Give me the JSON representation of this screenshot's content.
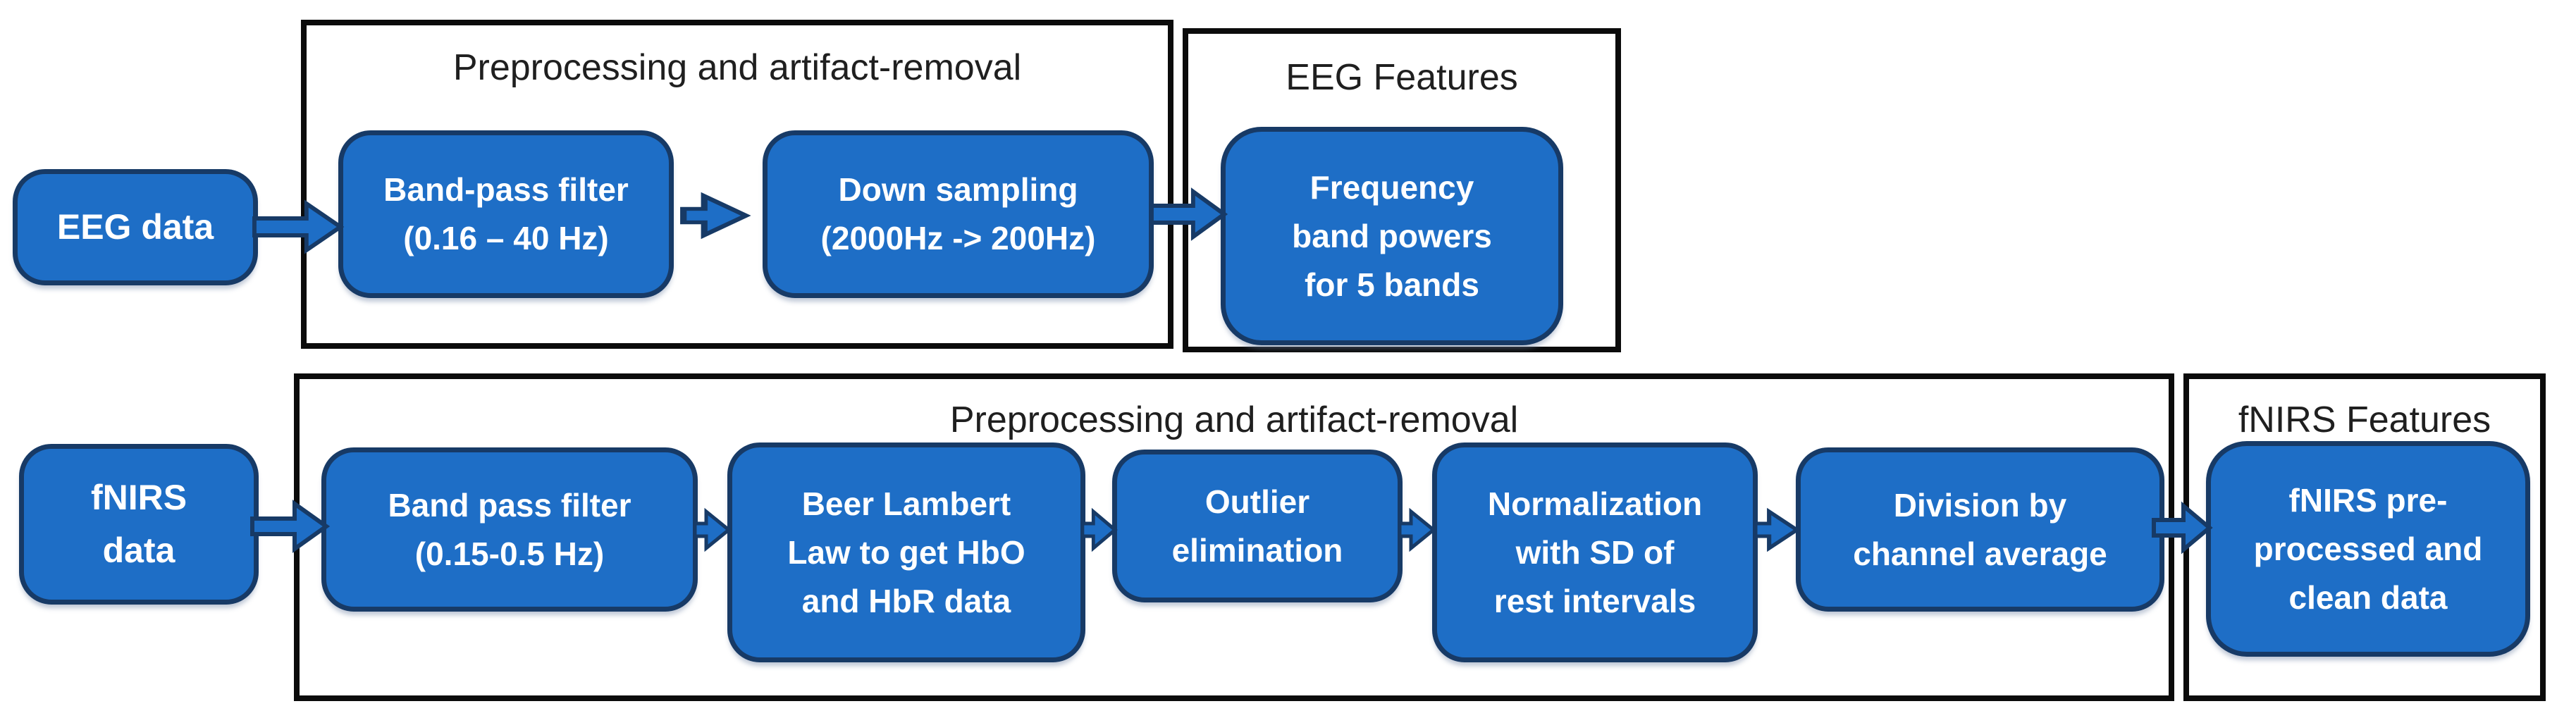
{
  "colors": {
    "box_fill": "#1e6ec6",
    "box_border": "#173a66",
    "box_text": "#ffffff",
    "container_border": "#0b0b0b",
    "container_background": "#ffffff",
    "title_text": "#1f1f1f",
    "page_background": "#ffffff"
  },
  "eeg_row": {
    "input": "EEG data",
    "preprocessing": {
      "title": "Preprocessing and artifact-removal",
      "steps": [
        "Band-pass filter\n(0.16 – 40 Hz)",
        "Down sampling\n(2000Hz -> 200Hz)"
      ]
    },
    "features": {
      "title": "EEG Features",
      "output": "Frequency\nband powers\nfor 5 bands"
    }
  },
  "fnirs_row": {
    "input": "fNIRS\ndata",
    "preprocessing": {
      "title": "Preprocessing and artifact-removal",
      "steps": [
        "Band pass filter\n(0.15-0.5 Hz)",
        "Beer Lambert\nLaw to get HbO\nand HbR data",
        "Outlier\nelimination",
        "Normalization\nwith SD of\nrest intervals",
        "Division by\nchannel average"
      ]
    },
    "features": {
      "title": "fNIRS Features",
      "output": "fNIRS pre-\nprocessed and\nclean data"
    }
  }
}
